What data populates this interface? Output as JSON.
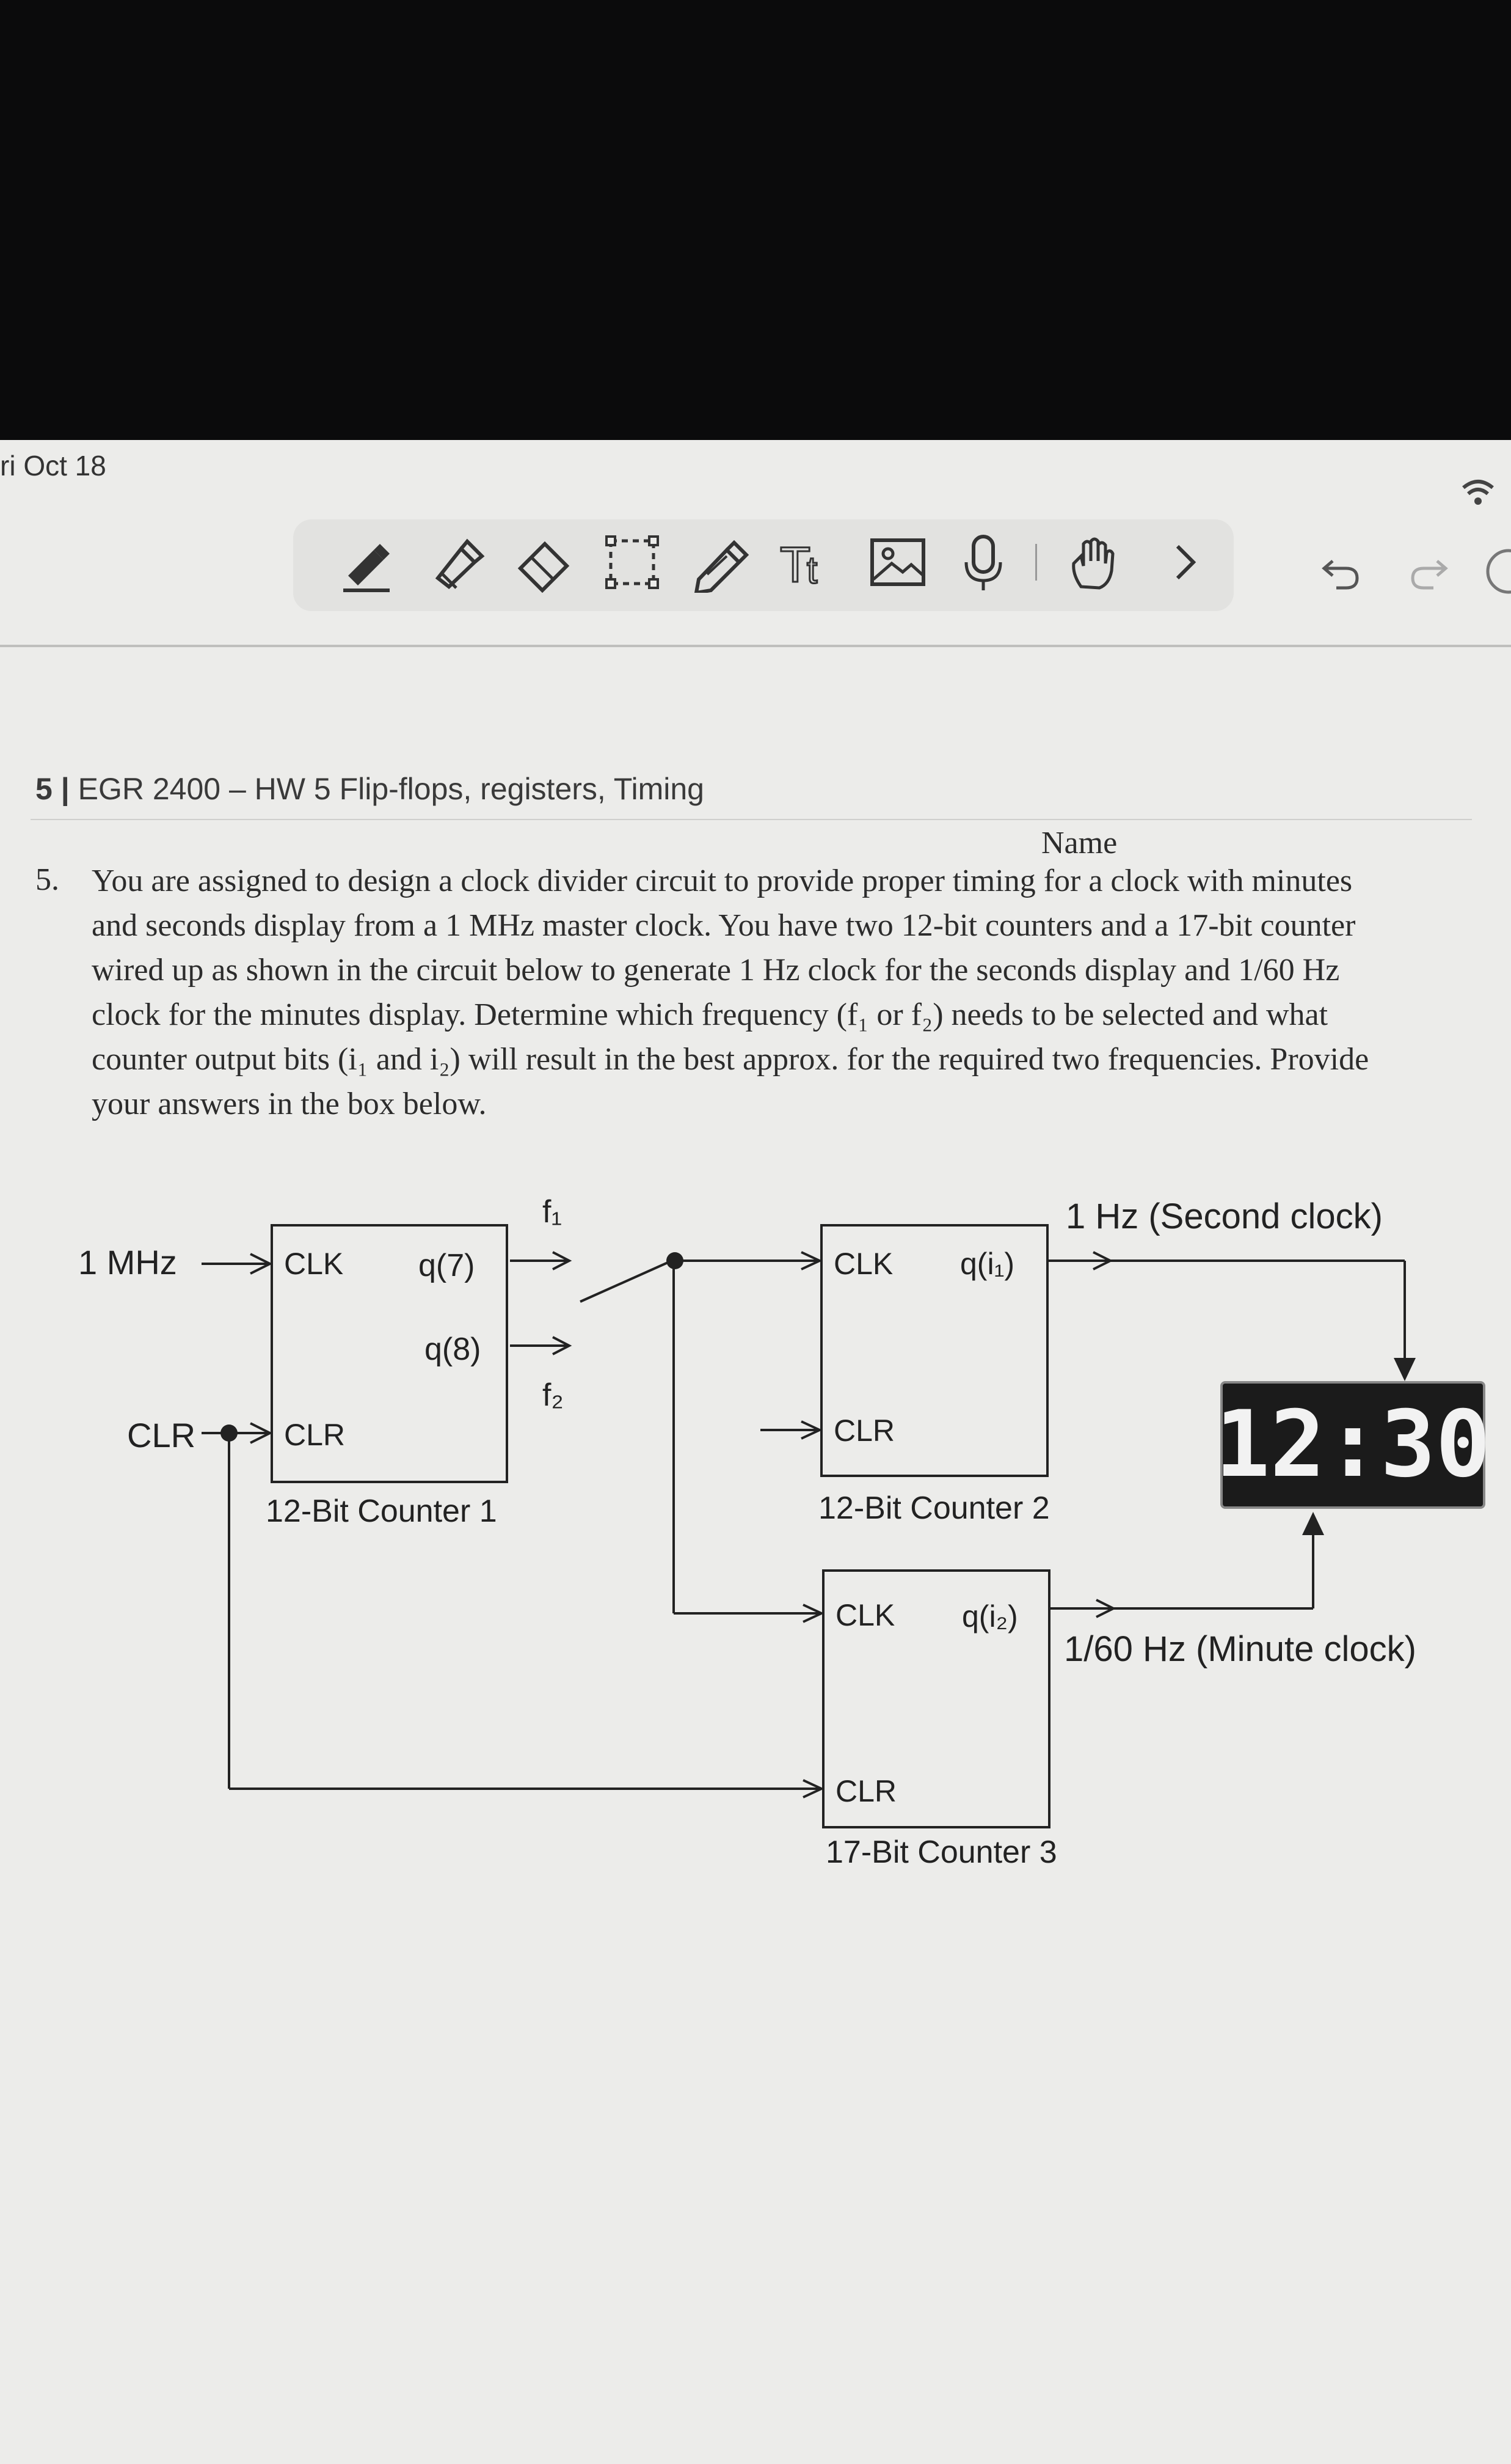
{
  "status": {
    "date": "ri Oct 18"
  },
  "toolbar": {
    "tools": [
      "pen-icon",
      "highlighter-icon",
      "eraser-icon",
      "lasso-icon",
      "pencil-icon",
      "text-icon",
      "image-icon",
      "microphone-icon",
      "touch-icon",
      "chevron-right-icon"
    ],
    "actions": [
      "undo-icon",
      "redo-icon"
    ]
  },
  "page": {
    "header_number": "5 |",
    "header_title": "EGR 2400 – HW 5 Flip-flops, registers, Timing",
    "name_label": "Name"
  },
  "question": {
    "number": "5.",
    "lines": [
      "You are assigned to design a clock divider circuit to provide proper timing for a clock with minutes",
      "and seconds display from a 1 MHz master clock.  You have two 12-bit counters and a 17-bit counter",
      "wired up as shown in the circuit below to generate 1 Hz clock for the seconds display and 1/60 Hz",
      "clock for the minutes display.  Determine which frequency (f₁ or f₂) needs to be selected and what",
      "counter output bits (i₁ and i₂) will result in the best approx. for the required two frequencies.  Provide",
      "your answers in the box below."
    ]
  },
  "circuit": {
    "input_clock": "1 MHz",
    "clr_input": "CLR",
    "counter1": {
      "clk": "CLK",
      "clr": "CLR",
      "out_a": "q(7)",
      "out_b": "q(8)",
      "label": "12-Bit Counter 1"
    },
    "f1": "f₁",
    "f2": "f₂",
    "counter2": {
      "clk": "CLK",
      "clr": "CLR",
      "out": "q(i₁)",
      "label": "12-Bit Counter 2"
    },
    "counter3": {
      "clk": "CLK",
      "clr": "CLR",
      "out": "q(i₂)",
      "label": "17-Bit Counter 3"
    },
    "second_clock": "1 Hz (Second clock)",
    "minute_clock": "1/60 Hz (Minute clock)",
    "display_time": "12:30"
  },
  "colors": {
    "background": "#ececea",
    "ink": "#222222",
    "display_bg": "#1b1b1b",
    "display_digits": "#f2f2f2"
  }
}
